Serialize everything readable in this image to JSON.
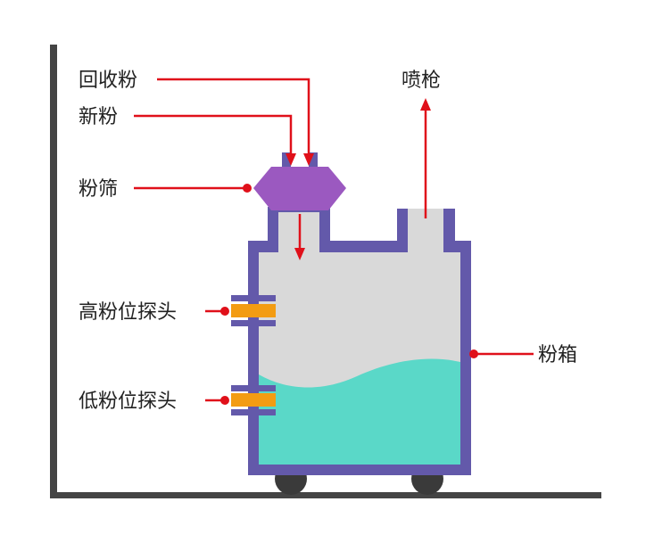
{
  "labels": {
    "recycled_powder": "回收粉",
    "new_powder": "新粉",
    "powder_sieve": "粉筛",
    "high_level_probe": "高粉位探头",
    "low_level_probe": "低粉位探头",
    "spray_gun": "喷枪",
    "powder_box": "粉箱"
  },
  "fill_level": {
    "low_probe_covered": true,
    "high_probe_covered": false
  },
  "colors": {
    "box_outline": "#6359aa",
    "box_interior": "#d9d9d9",
    "powder": "#5ad8c8",
    "sieve": "#9b59c0",
    "probe": "#f39c12",
    "arrow": "#e0101a",
    "wheels": "#3a3a3a",
    "axes": "#444444"
  }
}
